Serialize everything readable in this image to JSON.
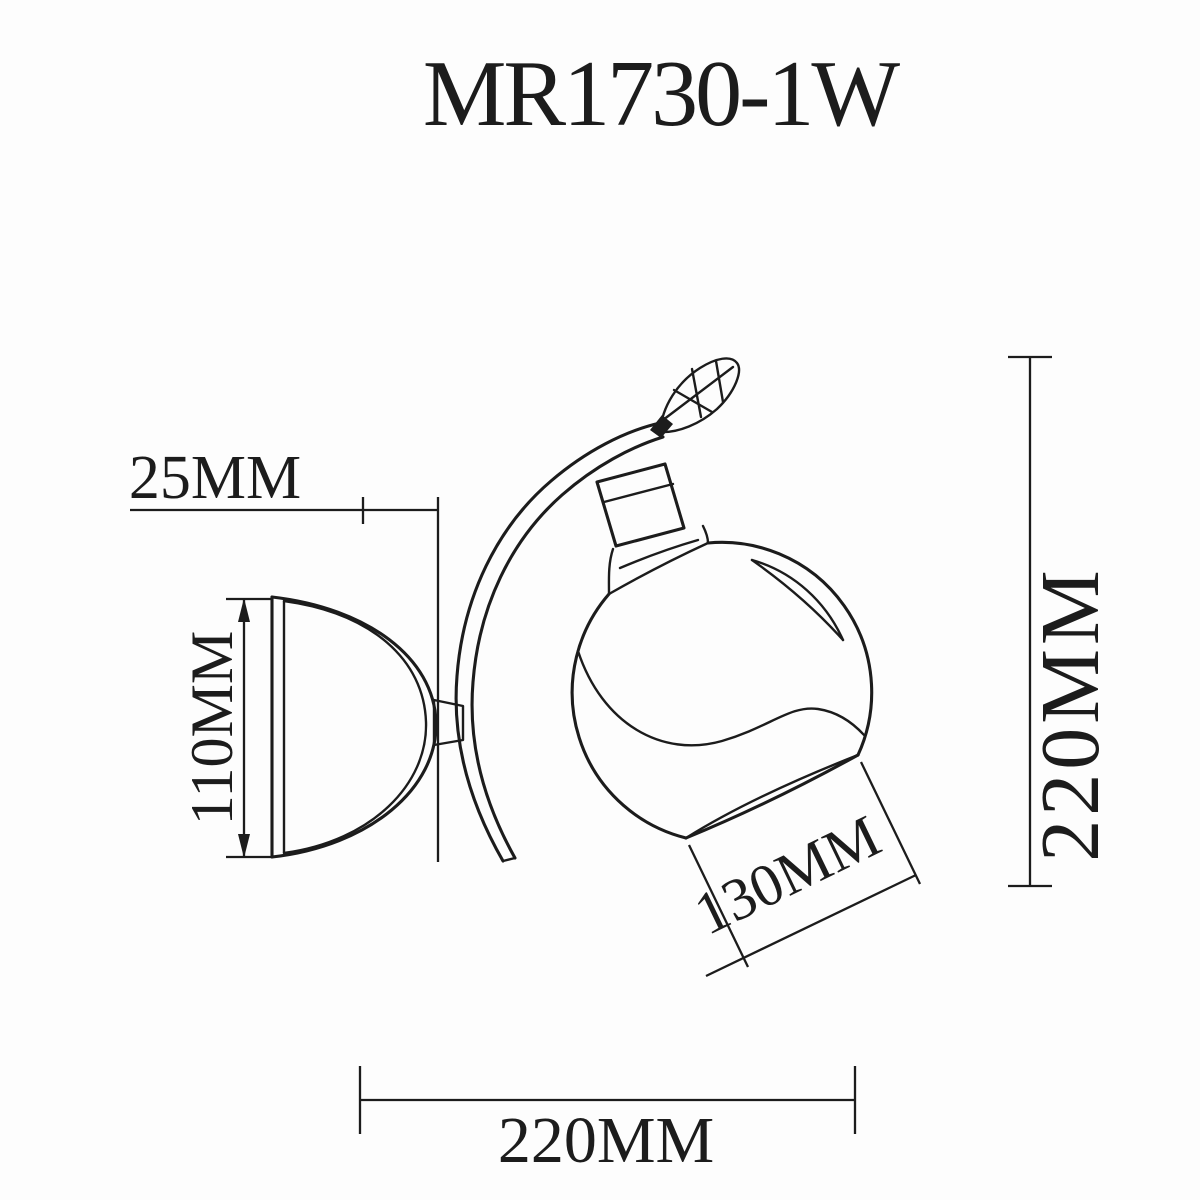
{
  "title": "MR1730-1W",
  "dimensions": {
    "bracket_depth": "25MM",
    "backplate_diameter": "110MM",
    "overall_height": "220MM",
    "shade_opening_diameter": "130MM",
    "overall_projection": "220MM"
  },
  "colors": {
    "line": "#1c1c1c",
    "background": "#fdfdfd"
  }
}
